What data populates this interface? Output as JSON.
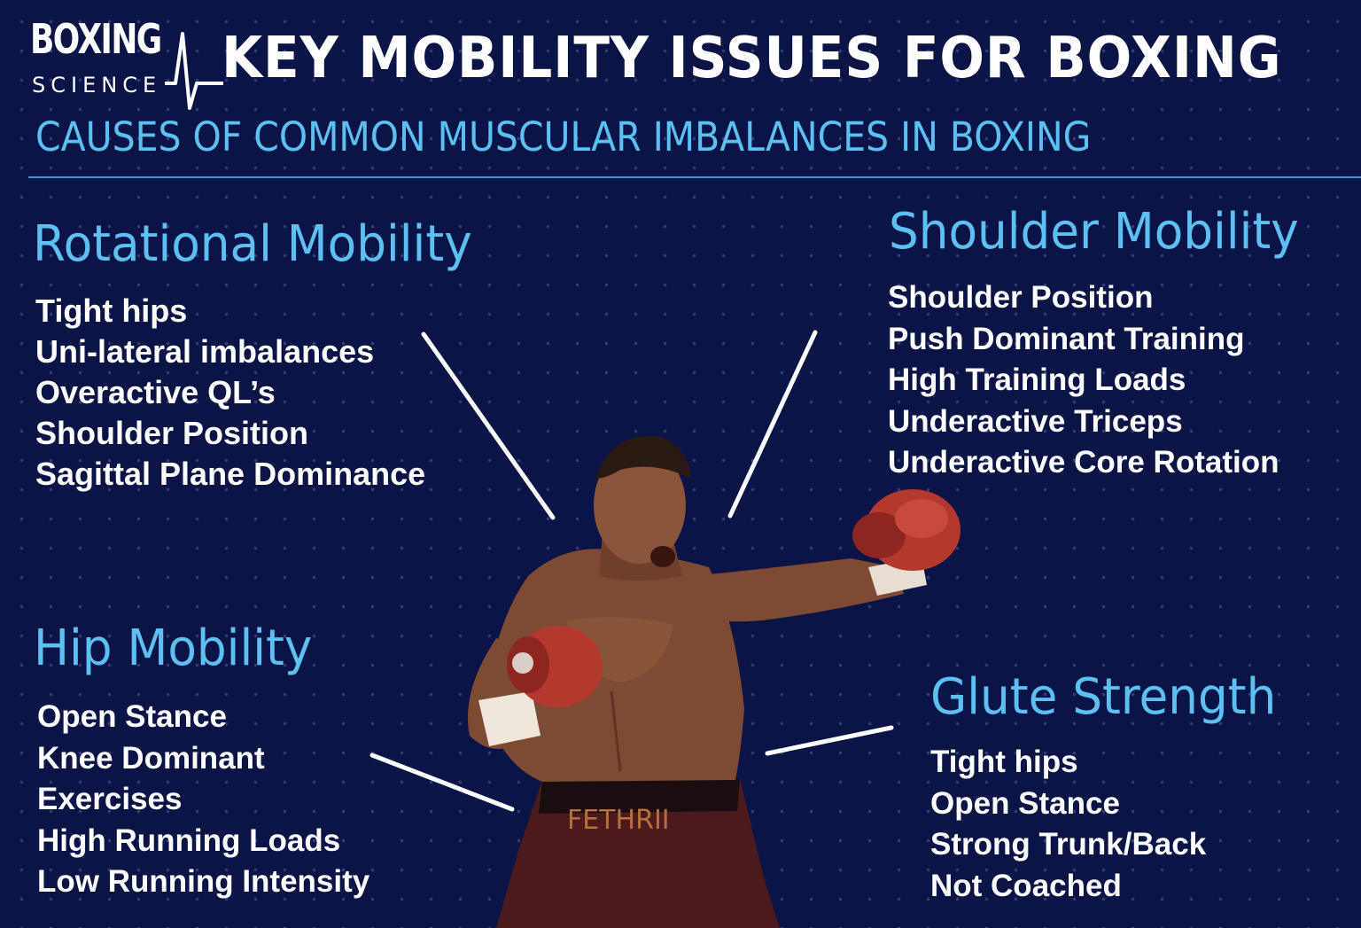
{
  "brand": {
    "line1": "BOXING",
    "line2": "SCIENCE"
  },
  "title": "KEY MOBILITY ISSUES FOR BOXING",
  "subtitle": "CAUSES OF COMMON MUSCULAR IMBALANCES IN BOXING",
  "colors": {
    "background": "#0b1446",
    "accent": "#5cc0f2",
    "text": "#ffffff"
  },
  "sections": {
    "rotational": {
      "title": "Rotational Mobility",
      "items": [
        "Tight hips",
        "Uni-lateral imbalances",
        "Overactive QL’s",
        "Shoulder Position",
        "Sagittal Plane Dominance"
      ]
    },
    "shoulder": {
      "title": "Shoulder Mobility",
      "items": [
        "Shoulder Position",
        "Push Dominant Training",
        "High Training Loads",
        "Underactive Triceps",
        "Underactive Core Rotation"
      ]
    },
    "hip": {
      "title": "Hip Mobility",
      "items": [
        "Open Stance",
        "Knee Dominant",
        "Exercises",
        "High Running Loads",
        "Low Running Intensity"
      ]
    },
    "glute": {
      "title": "Glute Strength",
      "items": [
        "Tight hips",
        "Open Stance",
        "Strong Trunk/Back",
        "Not Coached"
      ]
    }
  },
  "trunks_text": "FETHRII"
}
